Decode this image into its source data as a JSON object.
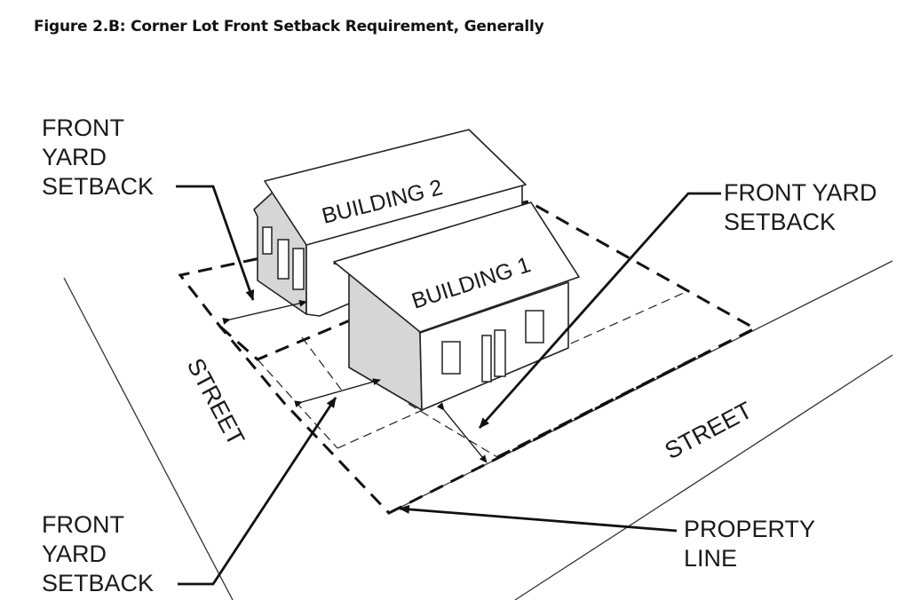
{
  "figure": {
    "title": "Figure 2.B:  Corner Lot Front Setback Requirement, Generally"
  },
  "labels": {
    "front_yard_setback_top_left": [
      "FRONT",
      "YARD",
      "SETBACK"
    ],
    "front_yard_setback_right": [
      "FRONT YARD",
      "SETBACK"
    ],
    "front_yard_setback_bottom_left": [
      "FRONT",
      "YARD",
      "SETBACK"
    ],
    "property_line": [
      "PROPERTY",
      "LINE"
    ],
    "street_left": "STREET",
    "street_right": "STREET",
    "building_1": "BUILDING 1",
    "building_2": "BUILDING 2"
  },
  "colors": {
    "line": "#111111",
    "shaded_wall": "#d6d6d6",
    "background": "#ffffff"
  }
}
